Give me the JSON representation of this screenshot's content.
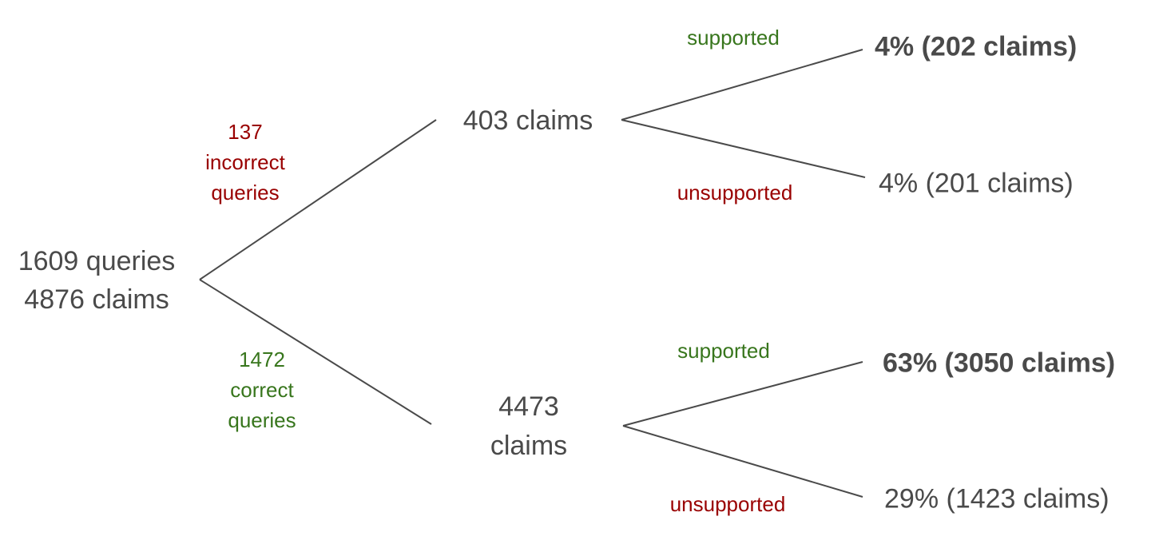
{
  "diagram": {
    "type": "tree",
    "root": {
      "queries_line": "1609 queries",
      "claims_line": "4876 claims"
    },
    "branches": {
      "incorrect": {
        "edge_label": {
          "count": "137",
          "word1": "incorrect",
          "word2": "queries"
        },
        "node_label": "403 claims",
        "outcomes": {
          "supported": {
            "label": "supported",
            "result": "4% (202 claims)"
          },
          "unsupported": {
            "label": "unsupported",
            "result": "4% (201 claims)"
          }
        }
      },
      "correct": {
        "edge_label": {
          "count": "1472",
          "word1": "correct",
          "word2": "queries"
        },
        "node_line1": "4473",
        "node_line2": "claims",
        "outcomes": {
          "supported": {
            "label": "supported",
            "result": "63% (3050 claims)"
          },
          "unsupported": {
            "label": "unsupported",
            "result": "29% (1423 claims)"
          }
        }
      }
    },
    "colors": {
      "text_gray": "#4a4a4a",
      "green": "#38761d",
      "dark_red": "#990000",
      "line": "#4a4a4a",
      "background": "#ffffff"
    }
  }
}
